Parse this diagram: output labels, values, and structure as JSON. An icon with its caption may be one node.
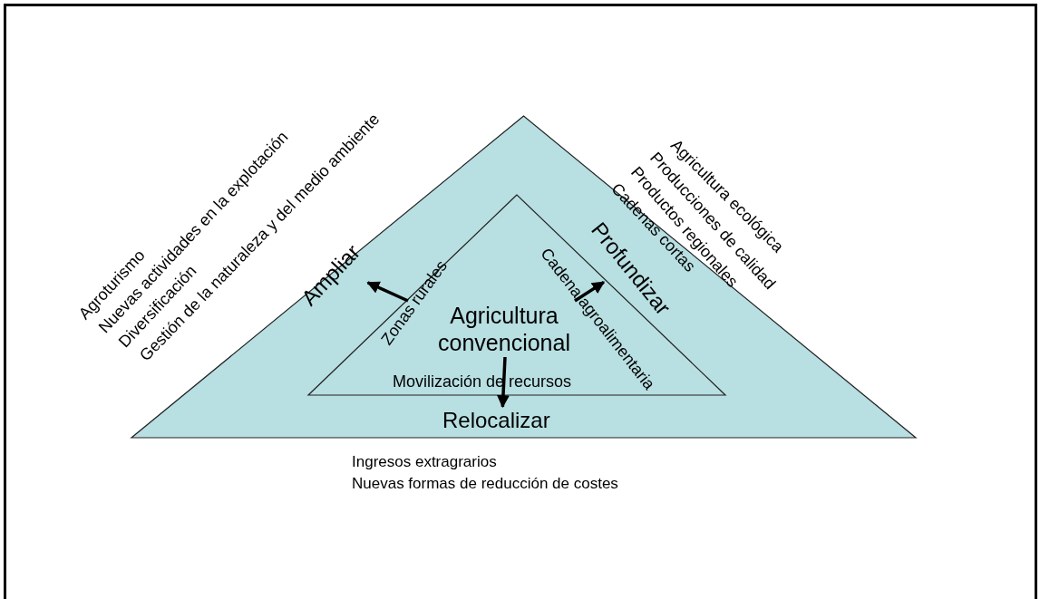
{
  "diagram": {
    "nodes": [
      {
        "text": [],
        "shape": "triangle"
      },
      {
        "text": [],
        "shape": "triangle",
        "in": 0
      },
      {
        "text": [
          "Agricultura convencional"
        ],
        "in": 1
      },
      {
        "text": [
          "Ampliar"
        ],
        "in": 0
      },
      {
        "text": [
          "Profundizar"
        ],
        "in": 0
      },
      {
        "text": [
          "Relocalizar"
        ],
        "in": 0
      }
    ],
    "edges": [
      {
        "from": 2,
        "to": 3,
        "arrow": "to"
      },
      {
        "from": 2,
        "to": 4,
        "arrow": "to"
      },
      {
        "from": 2,
        "to": 5,
        "arrow": "to"
      }
    ],
    "labels": [
      "Agroturismo",
      "Nuevas actividades en la explotación",
      "Diversificación",
      "Gestión de la naturaleza y del medio ambiente",
      "Agricultura ecológica",
      "Producciones de calidad",
      "Productos regionales",
      "Cadenas cortas",
      "Zonas rurales",
      "Cadena agroalimentaria",
      "Movilización de recursos",
      "Ingresos extragrarios",
      "Nuevas formas de reducción de costes"
    ]
  }
}
